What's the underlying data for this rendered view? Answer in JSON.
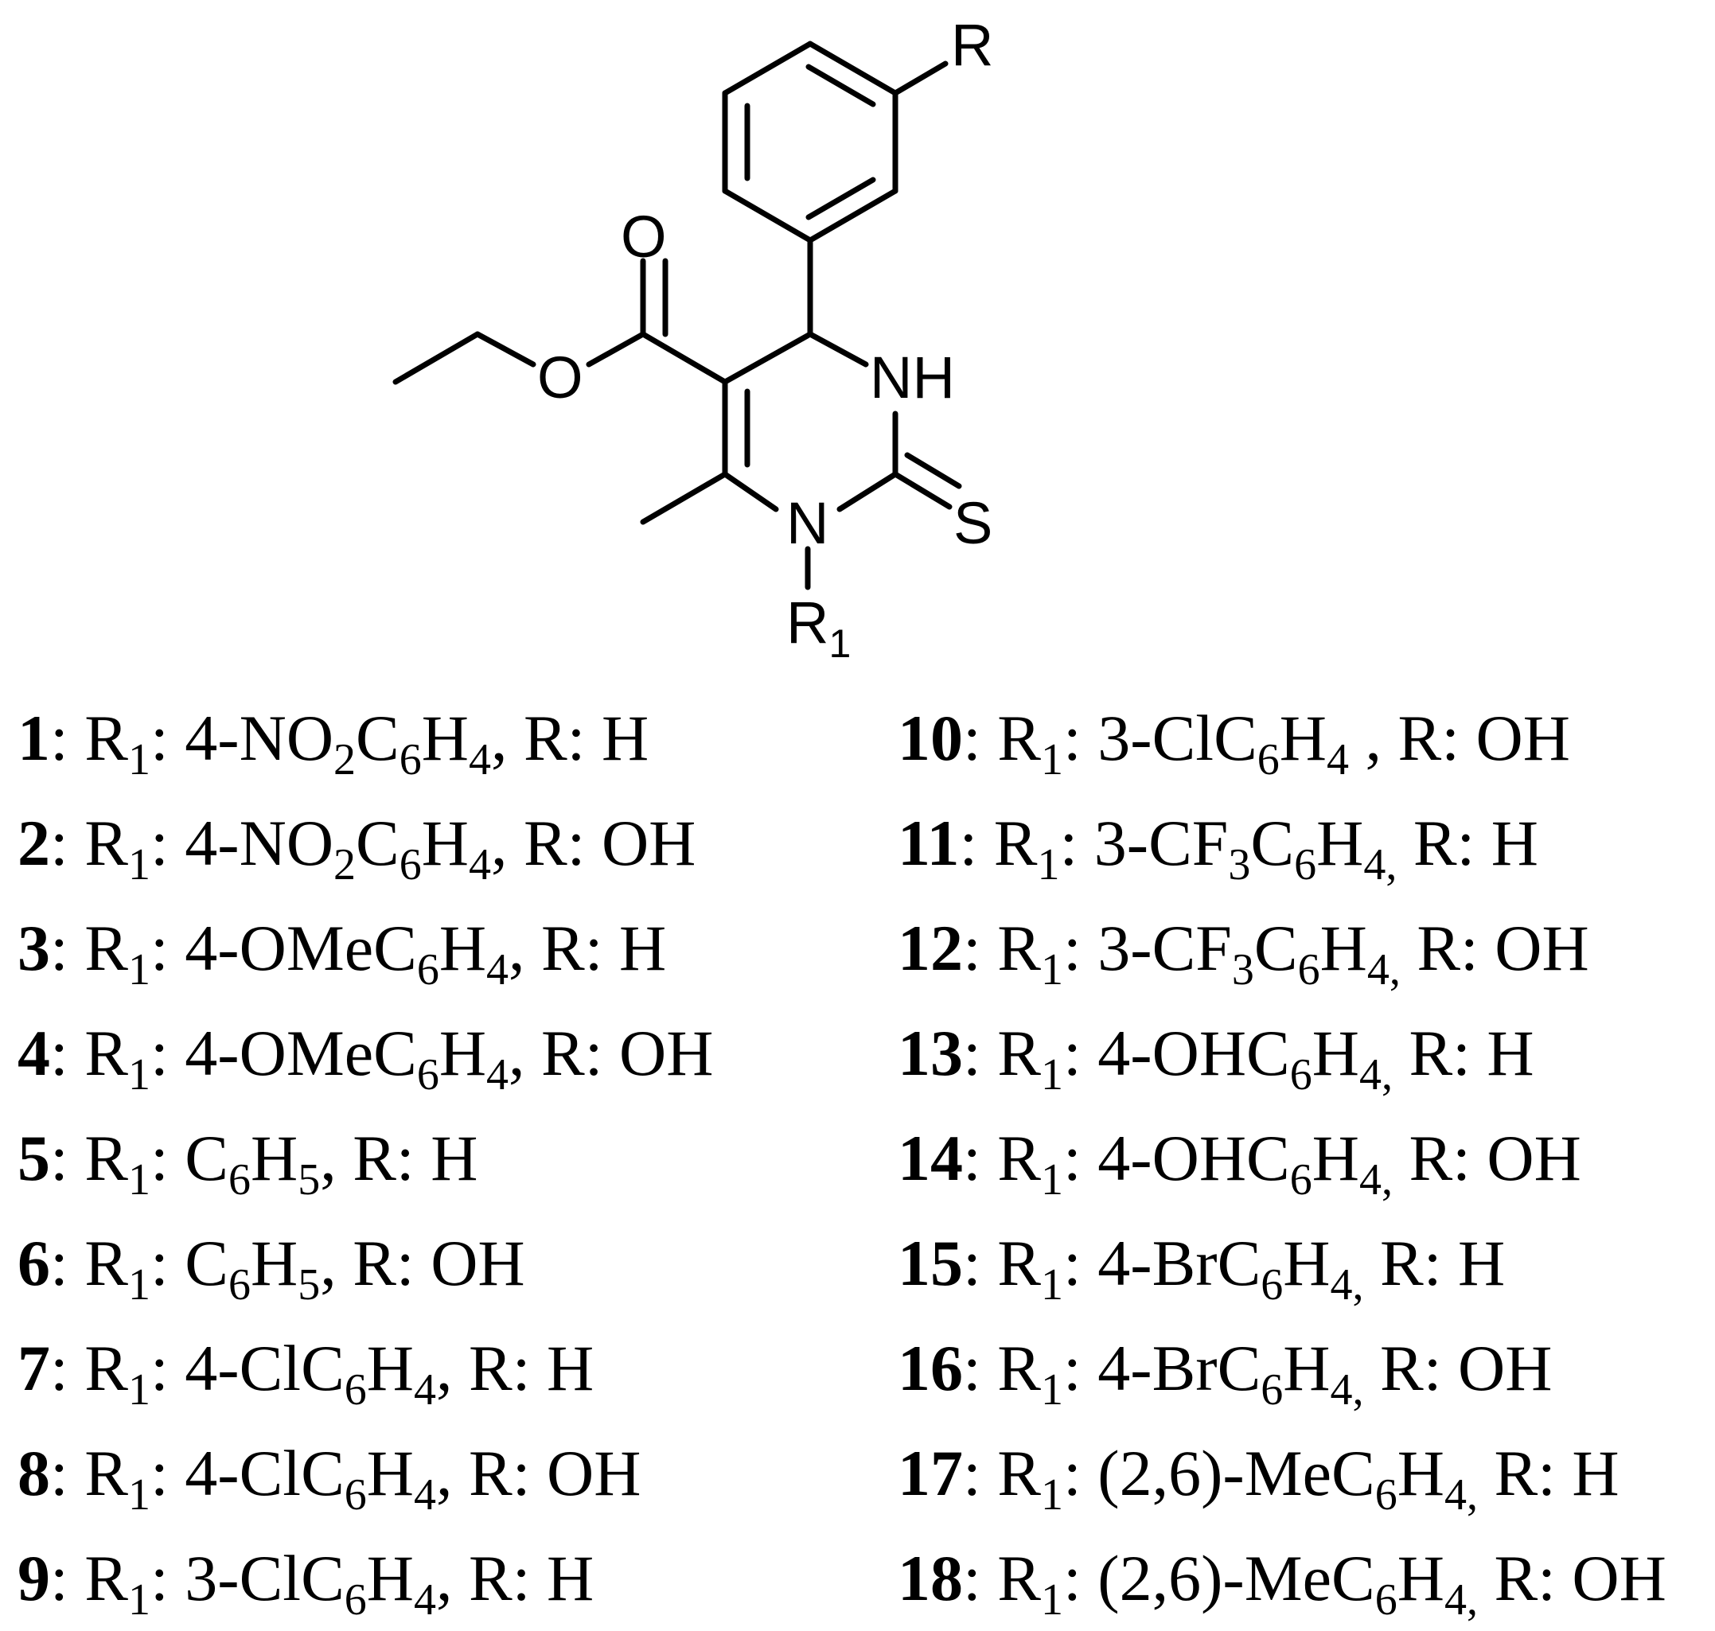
{
  "structure": {
    "atoms": {
      "r": "R",
      "o_carbonyl": "O",
      "o_ester": "O",
      "nh": "NH",
      "n": "N",
      "s": "S",
      "r1_main": "R",
      "r1_sub": "1"
    }
  },
  "compounds_left": [
    {
      "num": "1",
      "sep": ": ",
      "r1_label": "R",
      "r1_sub": "1",
      "r1_colon": ": ",
      "r1_value": [
        {
          "t": "4-NO"
        },
        {
          "s": "2"
        },
        {
          "t": "C"
        },
        {
          "s": "6"
        },
        {
          "t": "H"
        },
        {
          "s": "4"
        },
        {
          "t": ","
        }
      ],
      "r_text": " R: H"
    },
    {
      "num": "2",
      "sep": ": ",
      "r1_label": "R",
      "r1_sub": "1",
      "r1_colon": ": ",
      "r1_value": [
        {
          "t": "4-NO"
        },
        {
          "s": "2"
        },
        {
          "t": "C"
        },
        {
          "s": "6"
        },
        {
          "t": "H"
        },
        {
          "s": "4"
        },
        {
          "t": ","
        }
      ],
      "r_text": " R: OH"
    },
    {
      "num": "3",
      "sep": ": ",
      "r1_label": "R",
      "r1_sub": "1",
      "r1_colon": ": ",
      "r1_value": [
        {
          "t": "4-OMeC"
        },
        {
          "s": "6"
        },
        {
          "t": "H"
        },
        {
          "s": "4"
        },
        {
          "t": ","
        }
      ],
      "r_text": " R: H"
    },
    {
      "num": "4",
      "sep": ": ",
      "r1_label": "R",
      "r1_sub": "1",
      "r1_colon": ": ",
      "r1_value": [
        {
          "t": "4-OMeC"
        },
        {
          "s": "6"
        },
        {
          "t": "H"
        },
        {
          "s": "4"
        },
        {
          "t": ","
        }
      ],
      "r_text": " R: OH"
    },
    {
      "num": "5",
      "sep": ": ",
      "r1_label": "R",
      "r1_sub": "1",
      "r1_colon": ": ",
      "r1_value": [
        {
          "t": "C"
        },
        {
          "s": "6"
        },
        {
          "t": "H"
        },
        {
          "s": "5"
        },
        {
          "t": ","
        }
      ],
      "r_text": " R: H"
    },
    {
      "num": "6",
      "sep": ": ",
      "r1_label": "R",
      "r1_sub": "1",
      "r1_colon": ": ",
      "r1_value": [
        {
          "t": "C"
        },
        {
          "s": "6"
        },
        {
          "t": "H"
        },
        {
          "s": "5"
        },
        {
          "t": ","
        }
      ],
      "r_text": " R: OH"
    },
    {
      "num": "7",
      "sep": ": ",
      "r1_label": "R",
      "r1_sub": "1",
      "r1_colon": ": ",
      "r1_value": [
        {
          "t": "4-ClC"
        },
        {
          "s": "6"
        },
        {
          "t": "H"
        },
        {
          "s": "4"
        },
        {
          "t": ","
        }
      ],
      "r_text": " R: H"
    },
    {
      "num": "8",
      "sep": ": ",
      "r1_label": "R",
      "r1_sub": "1",
      "r1_colon": ": ",
      "r1_value": [
        {
          "t": "4-ClC"
        },
        {
          "s": "6"
        },
        {
          "t": "H"
        },
        {
          "s": "4"
        },
        {
          "t": ","
        }
      ],
      "r_text": " R: OH"
    },
    {
      "num": "9",
      "sep": ": ",
      "r1_label": "R",
      "r1_sub": "1",
      "r1_colon": ": ",
      "r1_value": [
        {
          "t": "3-ClC"
        },
        {
          "s": "6"
        },
        {
          "t": "H"
        },
        {
          "s": "4"
        },
        {
          "t": ","
        }
      ],
      "r_text": " R: H"
    }
  ],
  "compounds_right": [
    {
      "num": "10",
      "sep": ": ",
      "r1_label": "R",
      "r1_sub": "1",
      "r1_colon": ": ",
      "r1_value": [
        {
          "t": "3-ClC"
        },
        {
          "s": "6"
        },
        {
          "t": "H"
        },
        {
          "s": "4"
        },
        {
          "t": " ,"
        }
      ],
      "r_text": " R: OH"
    },
    {
      "num": "11",
      "sep": ": ",
      "r1_label": "R",
      "r1_sub": "1",
      "r1_colon": ": ",
      "r1_value": [
        {
          "t": "3-CF"
        },
        {
          "s": "3"
        },
        {
          "t": "C"
        },
        {
          "s": "6"
        },
        {
          "t": "H"
        },
        {
          "s": "4,"
        }
      ],
      "r_text": " R: H"
    },
    {
      "num": "12",
      "sep": ": ",
      "r1_label": "R",
      "r1_sub": "1",
      "r1_colon": ": ",
      "r1_value": [
        {
          "t": "3-CF"
        },
        {
          "s": "3"
        },
        {
          "t": "C"
        },
        {
          "s": "6"
        },
        {
          "t": "H"
        },
        {
          "s": "4,"
        }
      ],
      "r_text": " R: OH"
    },
    {
      "num": "13",
      "sep": ": ",
      "r1_label": "R",
      "r1_sub": "1",
      "r1_colon": ": ",
      "r1_value": [
        {
          "t": "4-OHC"
        },
        {
          "s": "6"
        },
        {
          "t": "H"
        },
        {
          "s": "4,"
        }
      ],
      "r_text": " R: H"
    },
    {
      "num": "14",
      "sep": ": ",
      "r1_label": "R",
      "r1_sub": "1",
      "r1_colon": ": ",
      "r1_value": [
        {
          "t": "4-OHC"
        },
        {
          "s": "6"
        },
        {
          "t": "H"
        },
        {
          "s": "4,"
        }
      ],
      "r_text": " R: OH"
    },
    {
      "num": "15",
      "sep": ": ",
      "r1_label": "R",
      "r1_sub": "1",
      "r1_colon": ": ",
      "r1_value": [
        {
          "t": "4-BrC"
        },
        {
          "s": "6"
        },
        {
          "t": "H"
        },
        {
          "s": "4,"
        }
      ],
      "r_text": " R: H"
    },
    {
      "num": "16",
      "sep": ": ",
      "r1_label": "R",
      "r1_sub": "1",
      "r1_colon": ": ",
      "r1_value": [
        {
          "t": "4-BrC"
        },
        {
          "s": "6"
        },
        {
          "t": "H"
        },
        {
          "s": "4,"
        }
      ],
      "r_text": " R: OH"
    },
    {
      "num": "17",
      "sep": ": ",
      "r1_label": "R",
      "r1_sub": "1",
      "r1_colon": ": ",
      "r1_value": [
        {
          "t": "(2,6)-MeC"
        },
        {
          "s": "6"
        },
        {
          "t": "H"
        },
        {
          "s": "4,"
        }
      ],
      "r_text": " R: H"
    },
    {
      "num": "18",
      "sep": ": ",
      "r1_label": "R",
      "r1_sub": "1",
      "r1_colon": ": ",
      "r1_value": [
        {
          "t": "(2,6)-MeC"
        },
        {
          "s": "6"
        },
        {
          "t": "H"
        },
        {
          "s": "4,"
        }
      ],
      "r_text": " R: OH"
    }
  ]
}
